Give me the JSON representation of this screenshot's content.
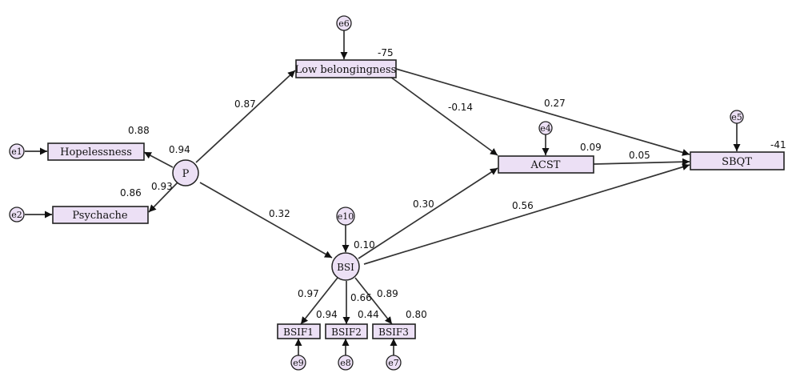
{
  "colors": {
    "node_fill": "#ece0f5",
    "stroke": "#222222",
    "edge": "#333333"
  },
  "nodes": {
    "low_belongingness": "Low belongingness",
    "hopelessness": "Hopelessness",
    "psychache": "Psychache",
    "p": "P",
    "acst": "ACST",
    "sbqt": "SBQT",
    "bsi": "BSI",
    "bsif1": "BSIF1",
    "bsif2": "BSIF2",
    "bsif3": "BSIF3"
  },
  "errors": {
    "e1": "e1",
    "e2": "e2",
    "e4": "e4",
    "e5": "e5",
    "e6": "e6",
    "e7": "e7",
    "e8": "e8",
    "e9": "e9",
    "e10": "e10"
  },
  "coefficients": {
    "p_to_low_belongingness": "0.87",
    "low_belongingness_r2": "-75",
    "low_belongingness_to_acst": "-0.14",
    "low_belongingness_to_sbqt": "0.27",
    "hopelessness_r2": "0.88",
    "p_to_hopelessness": "0.94",
    "psychache_r2": "0.86",
    "p_to_psychache": "0.93",
    "p_to_bsi": "0.32",
    "bsi_r2": "0.10",
    "bsi_to_acst": "0.30",
    "bsi_to_sbqt": "0.56",
    "acst_r2": "0.09",
    "acst_to_sbqt": "0.05",
    "sbqt_r2": "-41",
    "bsi_to_bsif1": "0.97",
    "bsif1_r2": "0.94",
    "bsi_to_bsif2": "0.66",
    "bsif2_r2": "0.44",
    "bsi_to_bsif3": "0.89",
    "bsif3_r2": "0.80"
  }
}
